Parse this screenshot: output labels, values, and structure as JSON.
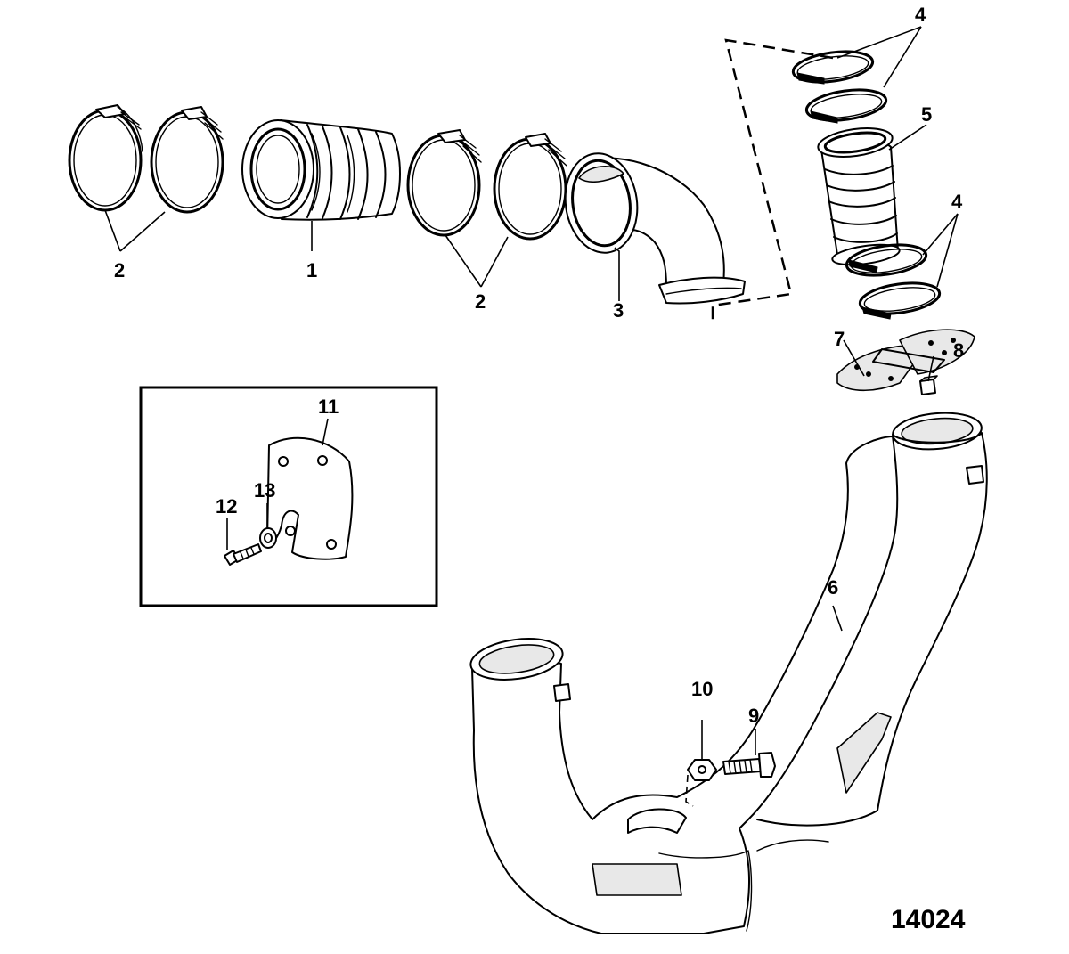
{
  "figure_id": "14024",
  "callouts": {
    "c1": "1",
    "c2a": "2",
    "c2b": "2",
    "c3": "3",
    "c4a": "4",
    "c4b": "4",
    "c5": "5",
    "c6": "6",
    "c7": "7",
    "c8": "8",
    "c9": "9",
    "c10": "10",
    "c11": "11",
    "c12": "12",
    "c13": "13"
  }
}
